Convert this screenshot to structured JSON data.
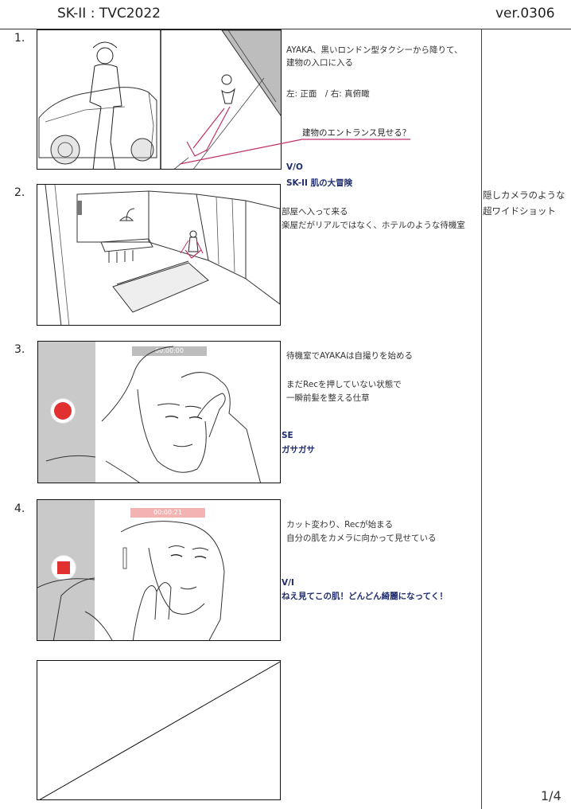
{
  "header": {
    "title": "SK-II : TVC2022",
    "version": "ver.0306"
  },
  "scenes": [
    {
      "number": "1.",
      "lines": [
        "AYAKA、黒いロンドン型タクシーから降りて、",
        "建物の入口に入る",
        "左: 正面　/ 右: 真俯瞰"
      ],
      "annotation": "建物のエントランス見せる？",
      "vo_label": "V/O",
      "vo_text": "SK-II 肌の大冒険"
    },
    {
      "number": "2.",
      "lines": [
        "部屋へ入って来る",
        "楽屋だがリアルではなく、ホテルのような待機室"
      ]
    },
    {
      "number": "3.",
      "lines": [
        "待機室でAYAKAは自撮りを始める",
        "まだRecを押していない状態で",
        "一瞬前髪を整える仕草"
      ],
      "timecode": "00:00:00",
      "se_label": "SE",
      "se_text": "ガサガサ"
    },
    {
      "number": "4.",
      "lines": [
        "カット変わり、Recが始まる",
        "自分の肌をカメラに向かって見せている"
      ],
      "timecode": "00:00:21",
      "vi_label": "V/I",
      "vi_text": "ねえ見てこの肌！どんどん綺麗になってく！"
    }
  ],
  "side_note": [
    "隠しカメラのような",
    "超ワイドショット"
  ],
  "page_number": "1/4",
  "colors": {
    "rec_red": "#e03030",
    "phone_grey": "#c9c9c9",
    "arrow_magenta": "#c0306a",
    "vo_blue": "#1f2d6e"
  }
}
